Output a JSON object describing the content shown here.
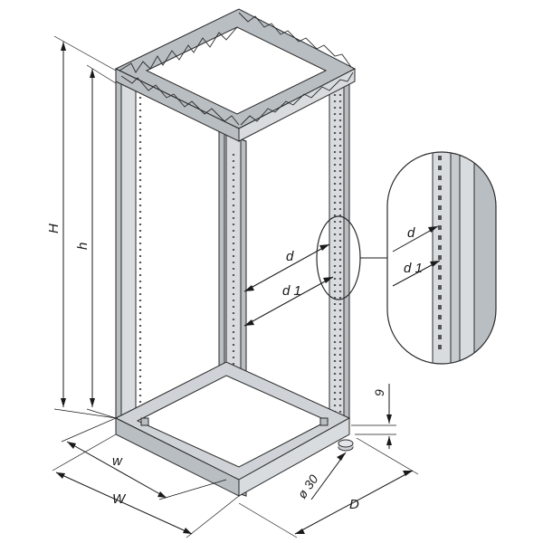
{
  "dimensions": {
    "H": "H",
    "h": "h",
    "w": "w",
    "W": "W",
    "D": "D",
    "d": "d",
    "d1": "d 1",
    "nine": "9",
    "dia30": "ø 30"
  },
  "detail": {
    "d": "d",
    "d1": "d 1"
  }
}
